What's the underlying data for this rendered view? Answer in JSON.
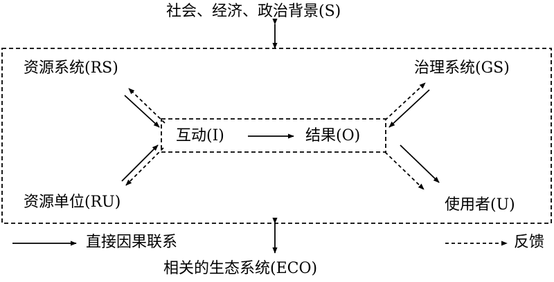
{
  "diagram": {
    "context_top": "社会、经济、政治背景(S)",
    "context_bottom": "相关的生态系统(ECO)",
    "resource_system": "资源系统(RS)",
    "governance_system": "治理系统(GS)",
    "resource_units": "资源单位(RU)",
    "users": "使用者(U)",
    "interaction": "互动(I)",
    "outcome": "结果(O)"
  },
  "legend": {
    "direct_causal": "直接因果联系",
    "feedback": "反馈"
  },
  "colors": {
    "line": "#000000",
    "background": "#ffffff"
  }
}
